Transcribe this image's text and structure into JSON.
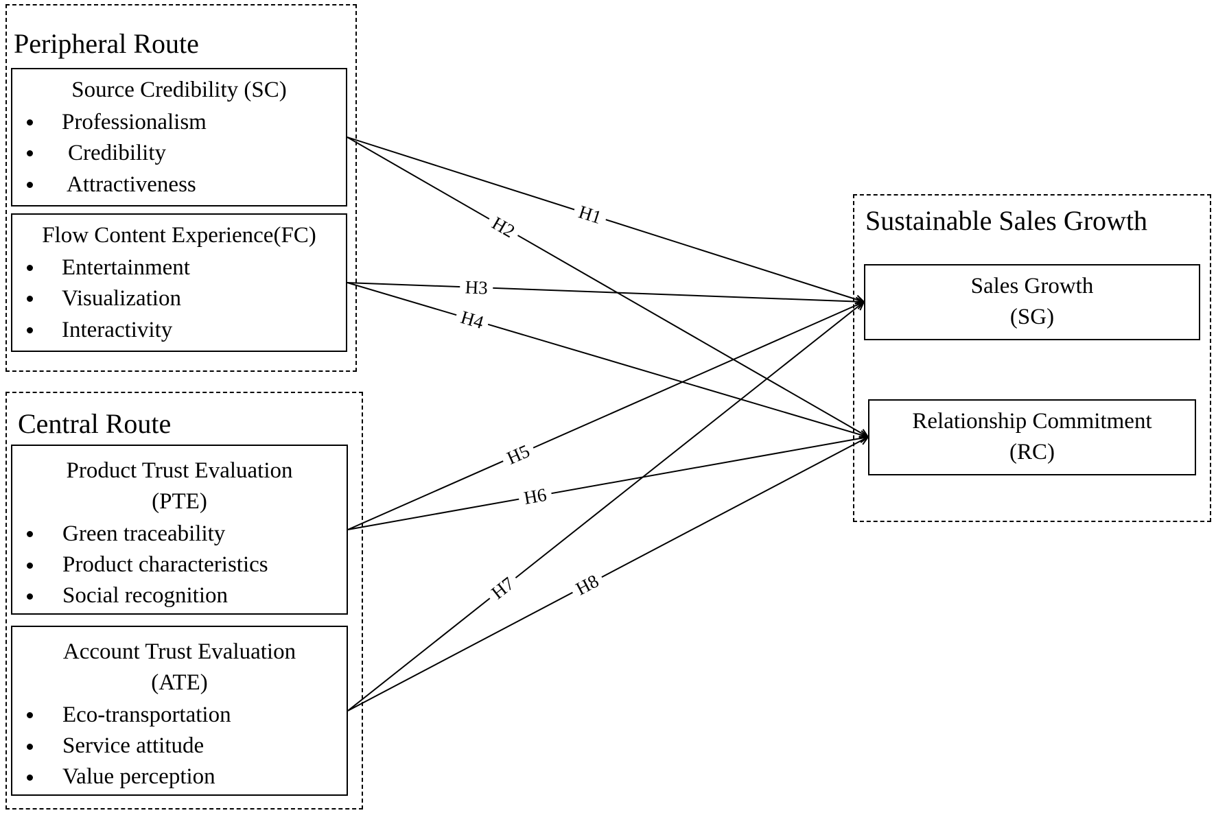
{
  "groups": {
    "peripheral": {
      "title": "Peripheral Route"
    },
    "central": {
      "title": "Central Route"
    },
    "outcome": {
      "title": "Sustainable Sales Growth"
    }
  },
  "constructs": {
    "sc": {
      "title": "Source Credibility (SC)",
      "items": [
        "Professionalism",
        "Credibility",
        "Attractiveness"
      ]
    },
    "fc": {
      "title": "Flow Content Experience(FC)",
      "items": [
        "Entertainment",
        "Visualization",
        "Interactivity"
      ]
    },
    "pte": {
      "title": "Product Trust Evaluation",
      "title2": "(PTE)",
      "items": [
        "Green traceability",
        "Product characteristics",
        "Social recognition"
      ]
    },
    "ate": {
      "title": "Account Trust Evaluation",
      "title2": "(ATE)",
      "items": [
        "Eco-transportation",
        "Service attitude",
        "Value perception"
      ]
    },
    "sg": {
      "title": "Sales Growth",
      "title2": "(SG)"
    },
    "rc": {
      "title": "Relationship Commitment",
      "title2": "(RC)"
    }
  },
  "hypotheses": [
    {
      "id": "h1",
      "label": "H1",
      "from": "sc",
      "to": "sg"
    },
    {
      "id": "h2",
      "label": "H2",
      "from": "sc",
      "to": "rc"
    },
    {
      "id": "h3",
      "label": "H3",
      "from": "fc",
      "to": "sg"
    },
    {
      "id": "h4",
      "label": "H4",
      "from": "fc",
      "to": "rc"
    },
    {
      "id": "h5",
      "label": "H5",
      "from": "pte",
      "to": "sg"
    },
    {
      "id": "h6",
      "label": "H6",
      "from": "pte",
      "to": "rc"
    },
    {
      "id": "h7",
      "label": "H7",
      "from": "ate",
      "to": "sg"
    },
    {
      "id": "h8",
      "label": "H8",
      "from": "ate",
      "to": "rc"
    }
  ]
}
